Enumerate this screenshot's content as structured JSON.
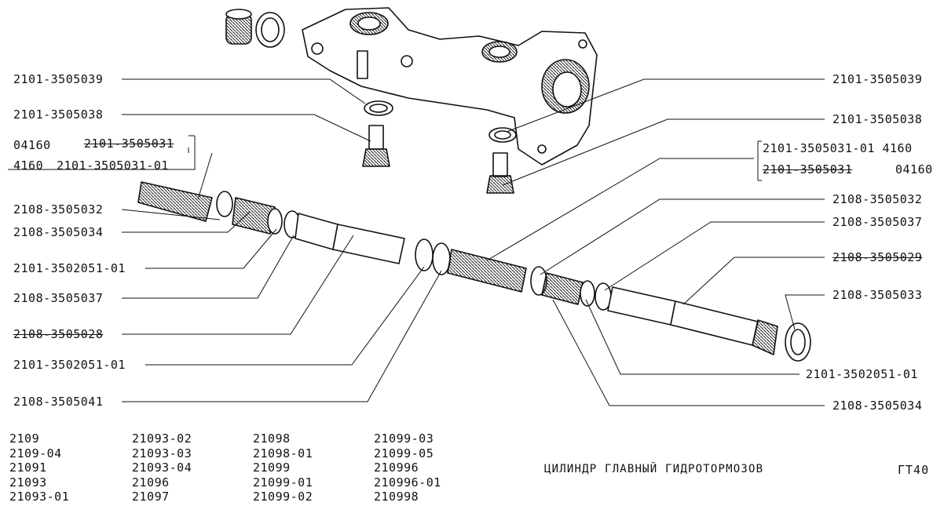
{
  "labels_left": [
    "2101-3505039",
    "2101-3505038",
    "04160",
    "2101-3505031",
    "4160",
    "2101-3505031-01",
    "2108-3505032",
    "2108-3505034",
    "2101-3502051-01",
    "2108-3505037",
    "2108-3505028",
    "2101-3502051-01",
    "2108-3505041"
  ],
  "labels_right": [
    "2101-3505039",
    "2101-3505038",
    "2101-3505031-01 4160",
    "2101-3505031",
    "04160",
    "2108-3505032",
    "2108-3505037",
    "2108-3505029",
    "2108-3505033",
    "2101-3502051-01",
    "2108-3505034"
  ],
  "models": [
    [
      "2109",
      "2109-04",
      "21091",
      "21093",
      "21093-01"
    ],
    [
      "21093-02",
      "21093-03",
      "21093-04",
      "21096",
      "21097"
    ],
    [
      "21098",
      "21098-01",
      "21099",
      "21099-01",
      "21099-02"
    ],
    [
      "21099-03",
      "21099-05",
      "210996",
      "210996-01",
      "210998"
    ]
  ],
  "title": "ЦИЛИНДР ГЛАВНЫЙ ГИДРОТОРМОЗОВ",
  "page_code": "ГТ40"
}
